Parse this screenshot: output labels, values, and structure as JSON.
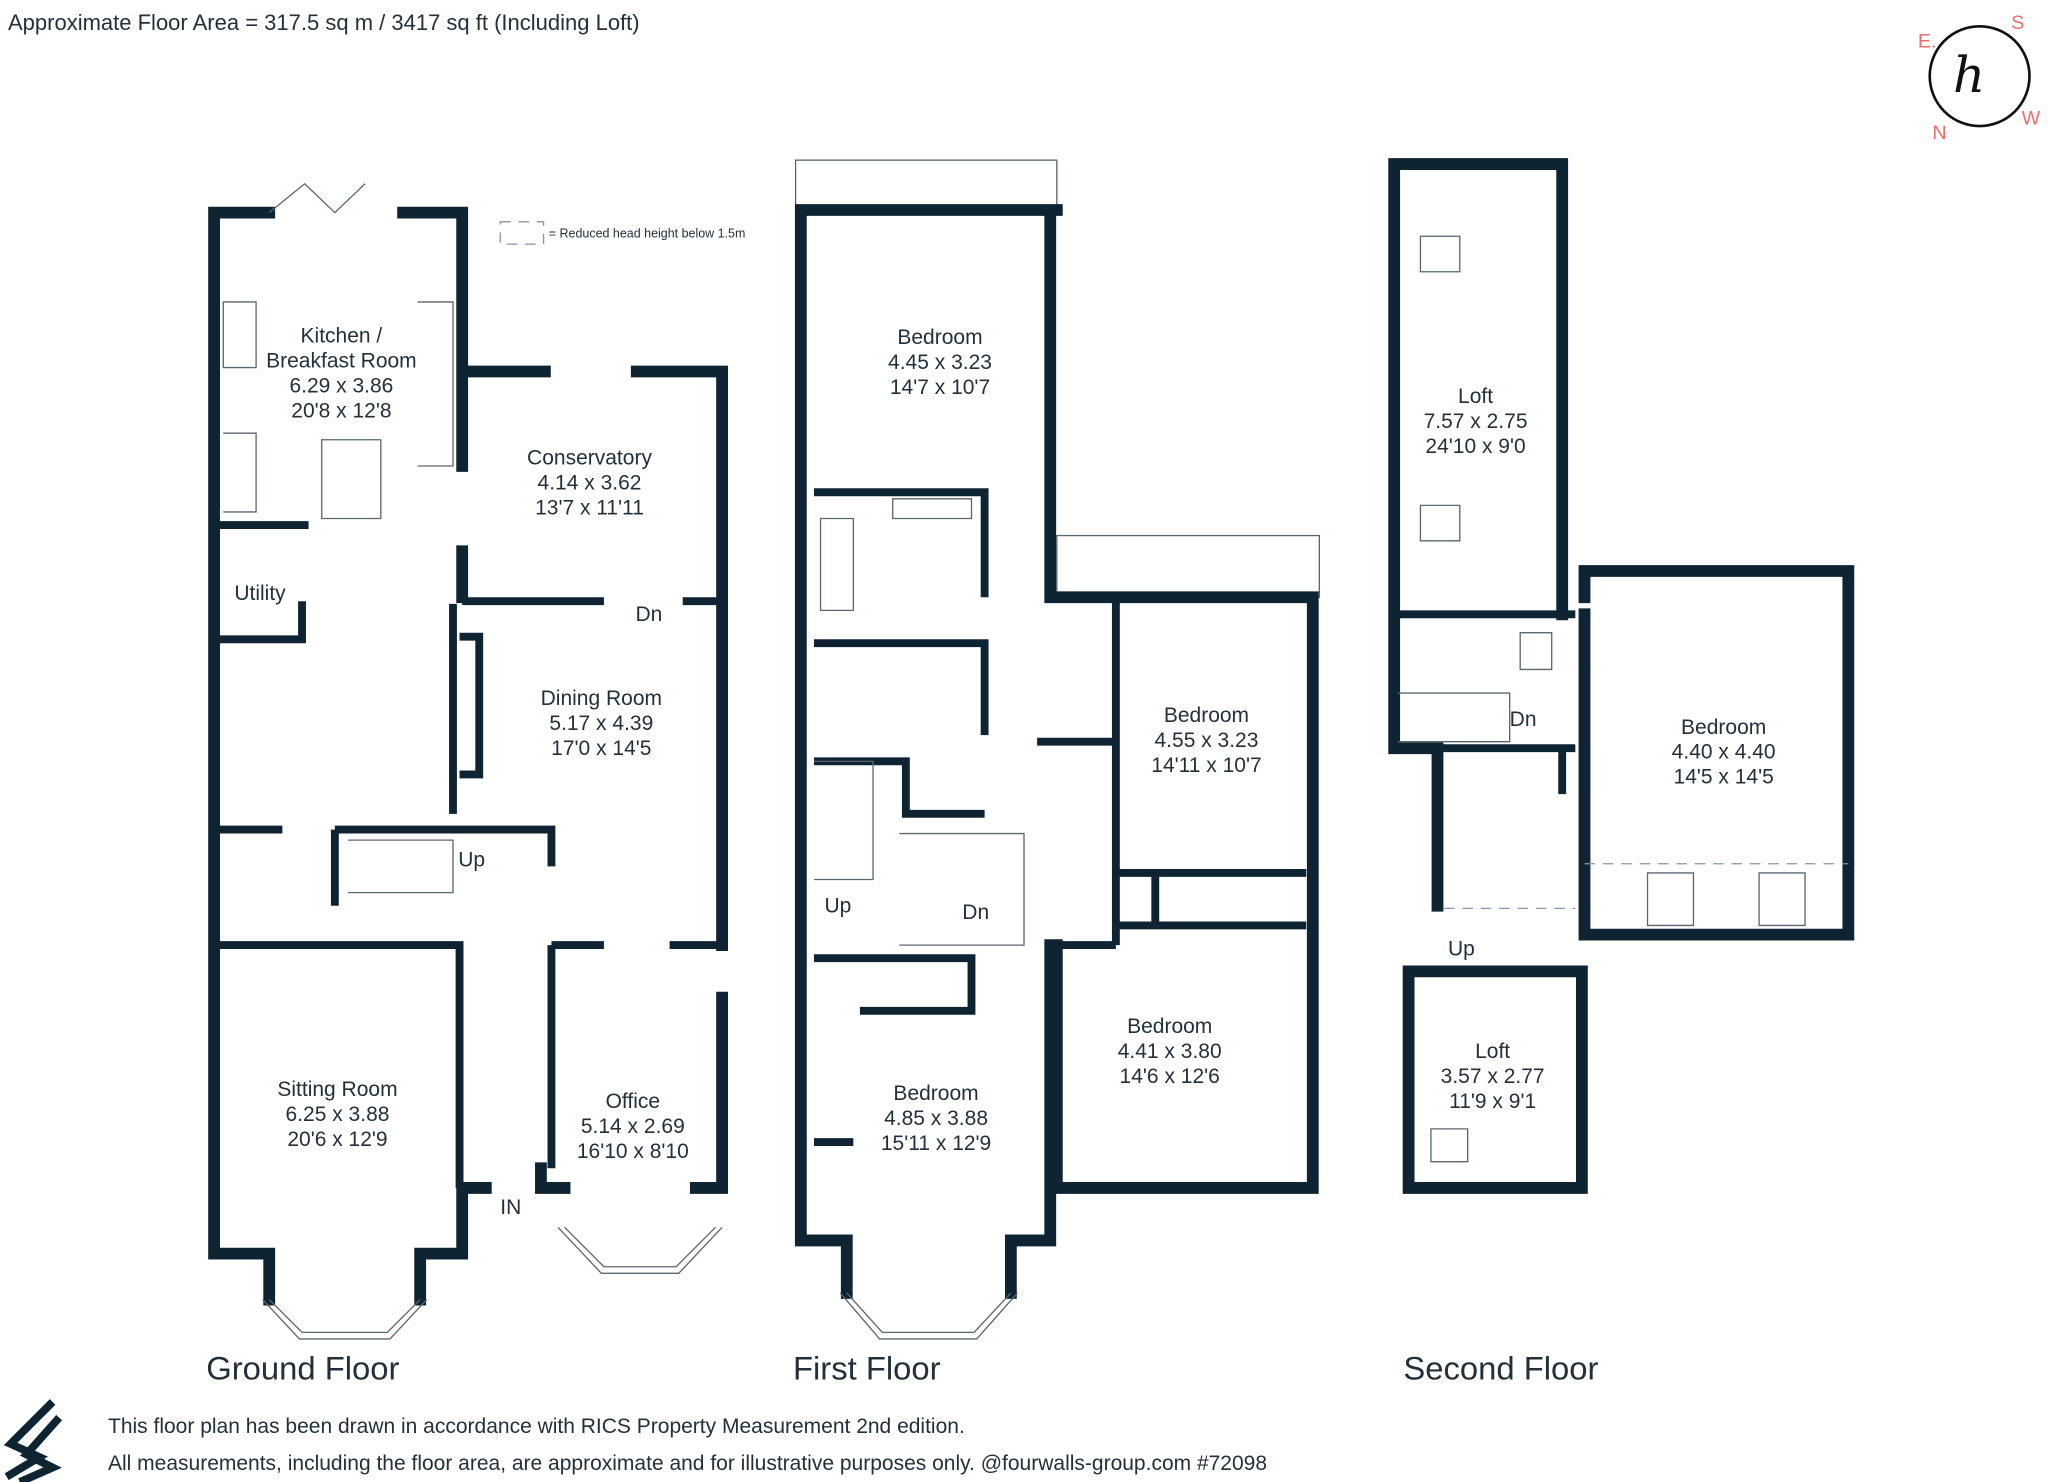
{
  "header": {
    "floor_area": "Approximate Floor Area = 317.5 sq m / 3417 sq ft (Including Loft)"
  },
  "legend": {
    "reduced_head_height": "= Reduced head height below 1.5m"
  },
  "compass": {
    "e": "E.",
    "s": "S",
    "w": "W",
    "n": "N",
    "logo_letter": "h"
  },
  "colors": {
    "wall": "#0f2433",
    "compass": "#f26b6b",
    "text": "#23303c"
  },
  "ground_floor": {
    "title": "Ground Floor",
    "rooms": [
      {
        "name": "Kitchen /",
        "name2": "Breakfast Room",
        "metric": "6.29 x 3.86",
        "imperial": "20'8 x 12'8"
      },
      {
        "name": "Conservatory",
        "metric": "4.14 x 3.62",
        "imperial": "13'7 x 11'11"
      },
      {
        "name": "Utility"
      },
      {
        "name": "Dining Room",
        "metric": "5.17 x 4.39",
        "imperial": "17'0 x 14'5"
      },
      {
        "name": "Sitting Room",
        "metric": "6.25 x 3.88",
        "imperial": "20'6 x 12'9"
      },
      {
        "name": "Office",
        "metric": "5.14 x 2.69",
        "imperial": "16'10 x 8'10"
      }
    ],
    "labels": {
      "dn": "Dn",
      "up": "Up",
      "in": "IN"
    }
  },
  "first_floor": {
    "title": "First Floor",
    "rooms": [
      {
        "name": "Bedroom",
        "metric": "4.45 x 3.23",
        "imperial": "14'7 x 10'7"
      },
      {
        "name": "Bedroom",
        "metric": "4.55 x 3.23",
        "imperial": "14'11 x 10'7"
      },
      {
        "name": "Bedroom",
        "metric": "4.41 x 3.80",
        "imperial": "14'6 x 12'6"
      },
      {
        "name": "Bedroom",
        "metric": "4.85 x 3.88",
        "imperial": "15'11 x 12'9"
      }
    ],
    "labels": {
      "up": "Up",
      "dn": "Dn"
    }
  },
  "second_floor": {
    "title": "Second Floor",
    "rooms": [
      {
        "name": "Loft",
        "metric": "7.57 x 2.75",
        "imperial": "24'10 x 9'0"
      },
      {
        "name": "Bedroom",
        "metric": "4.40 x 4.40",
        "imperial": "14'5 x 14'5"
      },
      {
        "name": "Loft",
        "metric": "3.57 x 2.77",
        "imperial": "11'9 x 9'1"
      }
    ],
    "labels": {
      "dn": "Dn",
      "up": "Up"
    }
  },
  "footer": {
    "line1": "This floor plan has been drawn in accordance with RICS Property Measurement 2nd edition.",
    "line2": "All measurements, including the floor area, are approximate and for illustrative purposes only. @fourwalls-group.com #72098",
    "logo_name": "fourwalls"
  }
}
